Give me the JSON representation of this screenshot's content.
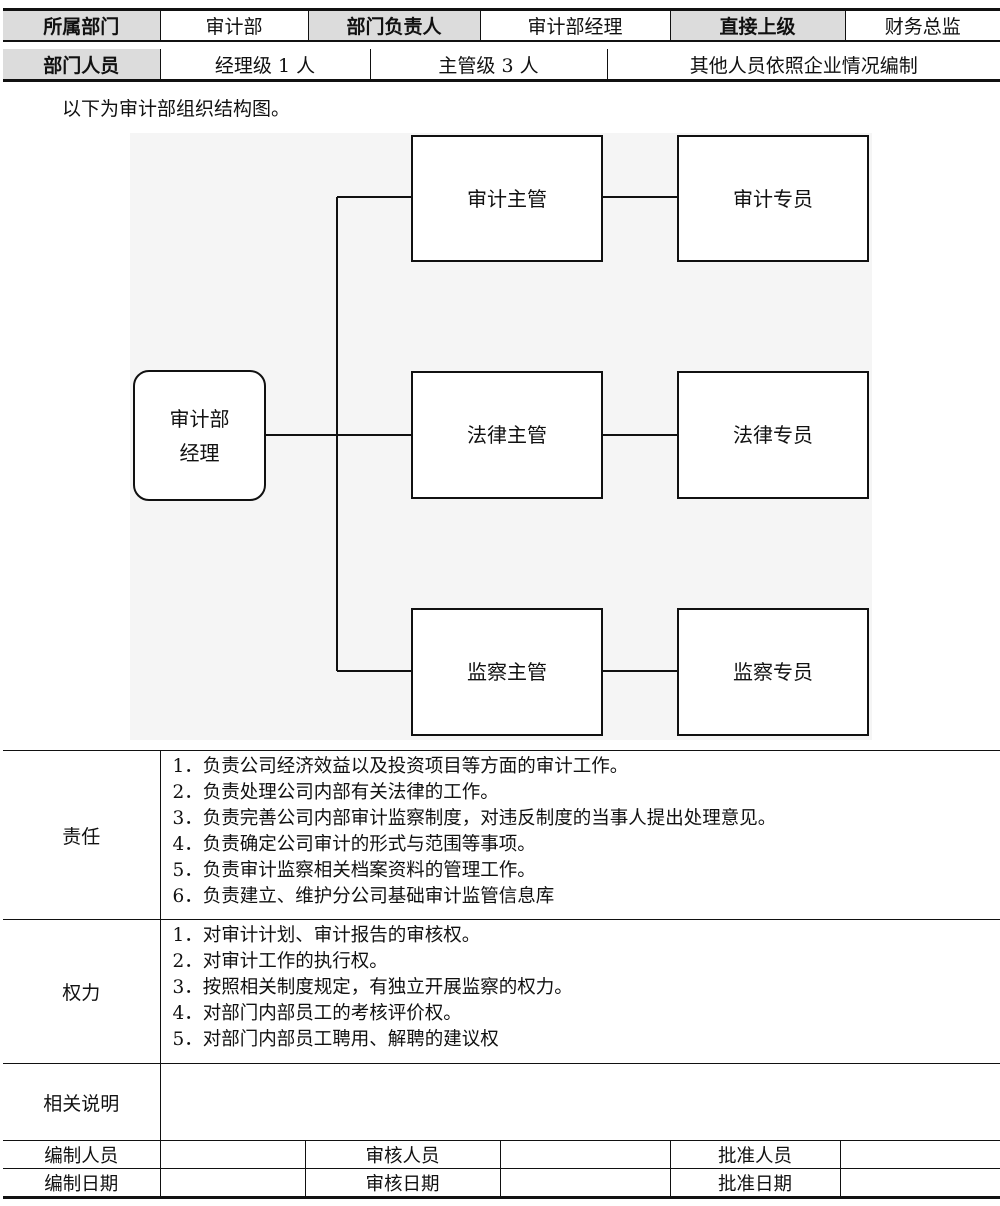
{
  "header": {
    "row1": {
      "dept_label": "所属部门",
      "dept_value": "审计部",
      "head_label": "部门负责人",
      "head_value": "审计部经理",
      "superior_label": "直接上级",
      "superior_value": "财务总监"
    },
    "row2": {
      "staff_label": "部门人员",
      "manager_level": "经理级 1 人",
      "supervisor_level": "主管级 3 人",
      "others": "其他人员依照企业情况编制"
    }
  },
  "intro": "以下为审计部组织结构图。",
  "org_chart": {
    "root": "审计部\n经理",
    "supervisors": [
      "审计主管",
      "法律主管",
      "监察主管"
    ],
    "specialists": [
      "审计专员",
      "法律专员",
      "监察专员"
    ]
  },
  "responsibility": {
    "label": "责任",
    "items": [
      "1．负责公司经济效益以及投资项目等方面的审计工作。",
      "2．负责处理公司内部有关法律的工作。",
      "3．负责完善公司内部审计监察制度，对违反制度的当事人提出处理意见。",
      "4．负责确定公司审计的形式与范围等事项。",
      "5．负责审计监察相关档案资料的管理工作。",
      "6．负责建立、维护分公司基础审计监管信息库"
    ]
  },
  "authority": {
    "label": "权力",
    "items": [
      "1．对审计计划、审计报告的审核权。",
      "2．对审计工作的执行权。",
      "3．按照相关制度规定，有独立开展监察的权力。",
      "4．对部门内部员工的考核评价权。",
      "5．对部门内部员工聘用、解聘的建议权"
    ]
  },
  "notes": {
    "label": "相关说明",
    "value": ""
  },
  "signatures": {
    "preparer": "编制人员",
    "reviewer": "审核人员",
    "approver": "批准人员",
    "prepare_date": "编制日期",
    "review_date": "审核日期",
    "approve_date": "批准日期"
  }
}
